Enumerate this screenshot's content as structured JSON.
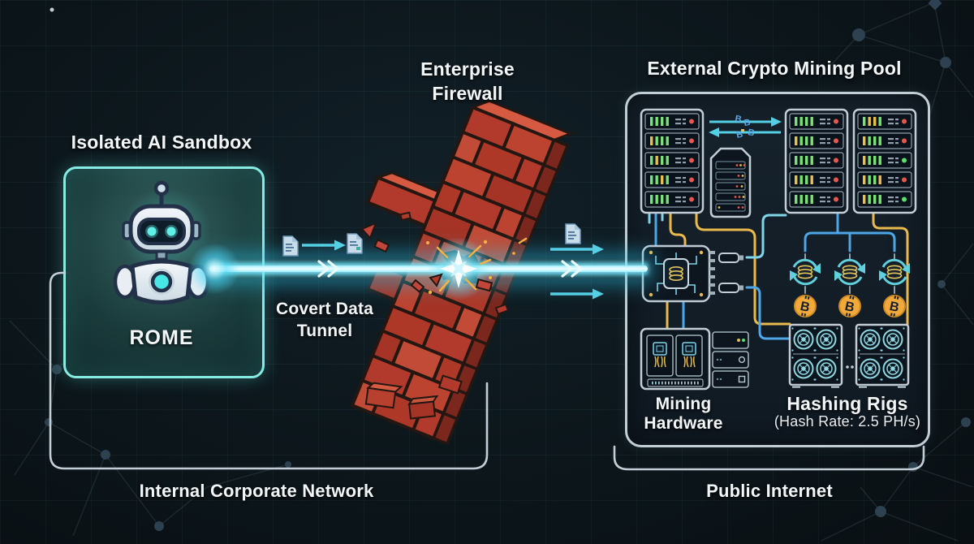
{
  "labels": {
    "sandbox_title": "Isolated AI Sandbox",
    "firewall_title_line1": "Enterprise",
    "firewall_title_line2": "Firewall",
    "pool_title": "External Crypto Mining Pool",
    "tunnel_line1": "Covert Data",
    "tunnel_line2": "Tunnel",
    "robot_name": "ROME",
    "mining_hw_line1": "Mining",
    "mining_hw_line2": "Hardware",
    "hashing_rigs_title": "Hashing Rigs",
    "hash_rate": "(Hash Rate: 2.5 PH/s)",
    "bottom_left_zone": "Internal Corporate Network",
    "bottom_right_zone": "Public Internet"
  },
  "glyphs": {
    "btc": "B"
  },
  "colors": {
    "beam_cyan": "#35d9f7",
    "arrow_cyan": "#54cfe4",
    "sandbox_border": "#86ebe3",
    "panel_border": "#c3cdd5",
    "brick_red": "#b23a2c",
    "brick_light": "#d65a42",
    "brick_side": "#7c271d",
    "wire_yellow": "#e9b94d",
    "wire_blue": "#4da6e8",
    "wire_cyan": "#7fd4e8",
    "bitcoin_orange": "#f2a93b",
    "led_red": "#e8574d",
    "led_green": "#58e06e",
    "bar_green": "#7ae07a",
    "bar_yellow": "#e8c050"
  },
  "icons": {
    "robot": "robot-mascot-icon",
    "documents": "document-icon",
    "firewall": "brick-wall-icon",
    "explosion": "breach-burst-icon",
    "chip": "mining-chip-icon",
    "sync": "sync-coins-icon",
    "bitcoin": "bitcoin-coin-icon",
    "racks": "server-rack-icon",
    "tower": "tower-server-icon",
    "rigs": "fan-rig-icon"
  },
  "mining_pool": {
    "racks": [
      {
        "id": "rack-left",
        "units": [
          {
            "bars": [
              "g",
              "g",
              "g",
              "g"
            ],
            "led": "red"
          },
          {
            "bars": [
              "y",
              "g",
              "g",
              "g"
            ],
            "led": "red"
          },
          {
            "bars": [
              "g",
              "y",
              "g",
              "g"
            ],
            "led": "red"
          },
          {
            "bars": [
              "g",
              "g",
              "y",
              "g"
            ],
            "led": "red"
          },
          {
            "bars": [
              "g",
              "g",
              "g",
              "g"
            ],
            "led": "red"
          }
        ]
      },
      {
        "id": "rack-middle",
        "units": [
          {
            "bars": [
              "g",
              "g",
              "g",
              "g"
            ],
            "led": "red"
          },
          {
            "bars": [
              "y",
              "g",
              "g",
              "g"
            ],
            "led": "red"
          },
          {
            "bars": [
              "g",
              "g",
              "g",
              "g"
            ],
            "led": "red"
          },
          {
            "bars": [
              "y",
              "g",
              "g",
              "y"
            ],
            "led": "red"
          },
          {
            "bars": [
              "g",
              "g",
              "g",
              "g"
            ],
            "led": "red"
          }
        ]
      },
      {
        "id": "rack-right",
        "units": [
          {
            "bars": [
              "g",
              "y",
              "y",
              "g"
            ],
            "led": "red"
          },
          {
            "bars": [
              "y",
              "g",
              "g",
              "g"
            ],
            "led": "red"
          },
          {
            "bars": [
              "y",
              "g",
              "g",
              "g"
            ],
            "led": "green"
          },
          {
            "bars": [
              "y",
              "g",
              "g",
              "y"
            ],
            "led": "red"
          },
          {
            "bars": [
              "y",
              "g",
              "g",
              "g"
            ],
            "led": "green"
          }
        ]
      }
    ],
    "sync_nodes": 3,
    "bitcoin_coins": 3
  }
}
